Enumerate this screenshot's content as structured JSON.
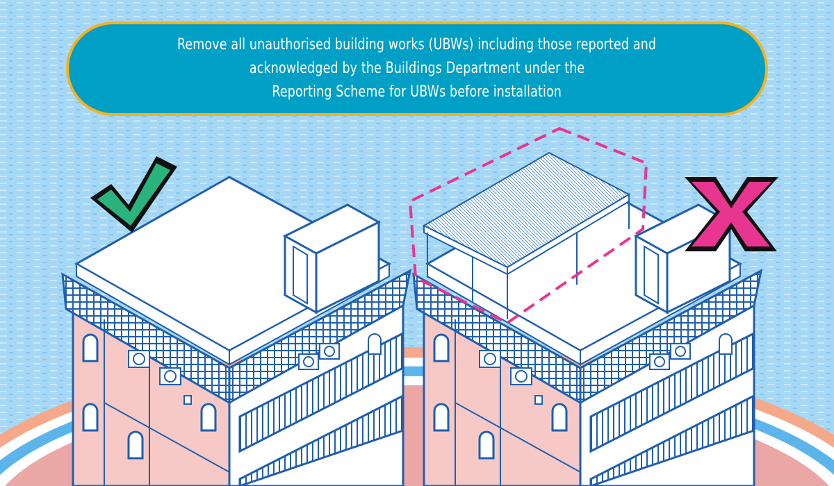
{
  "banner": {
    "lines": [
      "Remove all unauthorised building works (UBWs) including those reported and",
      "acknowledged by the Buildings Department under the",
      "Reporting Scheme for UBWs before installation"
    ]
  },
  "marks": {
    "allowed": "check-icon",
    "not_allowed": "cross-icon"
  },
  "colors": {
    "background": "#a6d8f5",
    "banner_fill": "#009fc5",
    "banner_border": "#f6b11d",
    "outline": "#1f5fae",
    "facade_pink": "#f6c9c6",
    "check_green": "#2bb37e",
    "cross_magenta": "#e8358f",
    "dashed_outline": "#e8358f"
  }
}
